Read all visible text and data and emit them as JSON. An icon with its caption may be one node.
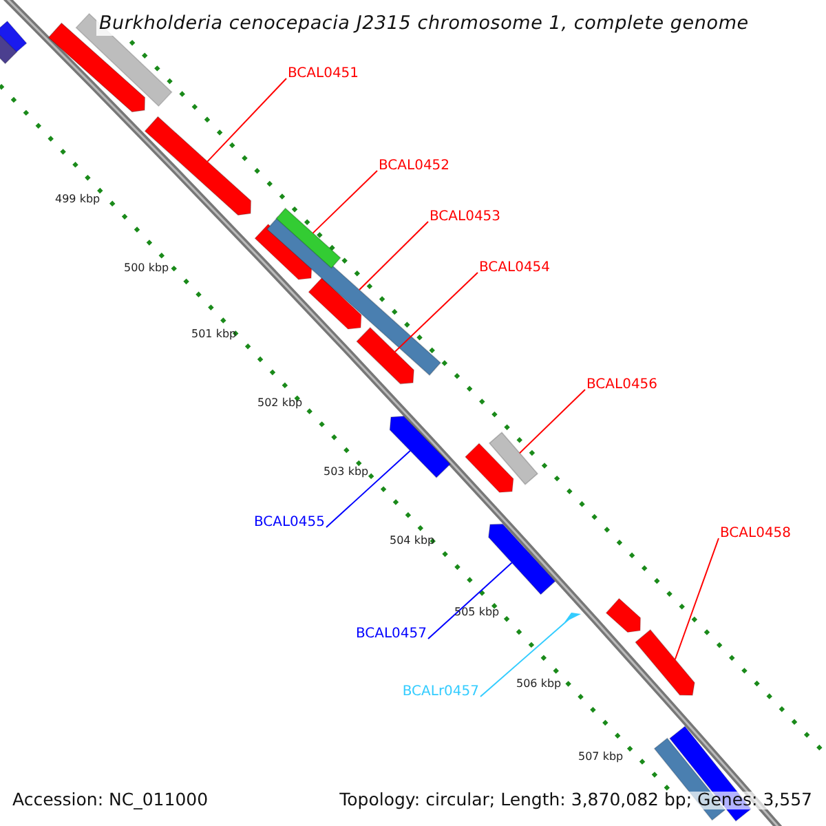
{
  "diagram": {
    "title": "Burkholderia cenocepacia J2315 chromosome 1, complete genome",
    "nodes": [
      {
        "text": [
          "BCAL0451"
        ]
      },
      {
        "text": [],
        "shape": "bar"
      },
      {
        "text": [
          "BCAL0452"
        ]
      },
      {
        "text": [],
        "shape": "bar"
      },
      {
        "text": [
          "BCAL0453"
        ]
      },
      {
        "text": [],
        "shape": "bar"
      },
      {
        "text": [
          "BCAL0454"
        ]
      },
      {
        "text": [],
        "shape": "bar"
      },
      {
        "text": [
          "BCAL0456"
        ]
      },
      {
        "text": [],
        "shape": "bar"
      },
      {
        "text": [
          "BCAL0455"
        ]
      },
      {
        "text": [],
        "shape": "bar"
      },
      {
        "text": [
          "BCAL0458"
        ]
      },
      {
        "text": [],
        "shape": "bar"
      },
      {
        "text": [
          "BCAL0457"
        ]
      },
      {
        "text": [],
        "shape": "bar"
      },
      {
        "text": [
          "BCALr0457"
        ]
      },
      {
        "text": [],
        "shape": "triangle"
      },
      {
        "text": [],
        "shape": "bar"
      }
    ],
    "edges": [
      {
        "from": 0,
        "to": 1,
        "arrow": "none"
      },
      {
        "from": 2,
        "to": 3,
        "arrow": "none"
      },
      {
        "from": 4,
        "to": 5,
        "arrow": "none"
      },
      {
        "from": 6,
        "to": 7,
        "arrow": "none"
      },
      {
        "from": 8,
        "to": 9,
        "arrow": "none"
      },
      {
        "from": 10,
        "to": 11,
        "arrow": "none",
        "color": "#0000ff"
      },
      {
        "from": 12,
        "to": 13,
        "arrow": "none"
      },
      {
        "from": 14,
        "to": 15,
        "arrow": "none",
        "color": "#0000ff"
      },
      {
        "from": 16,
        "to": 17,
        "arrow": "none",
        "color": "#33ccff"
      }
    ],
    "labels": [
      "499 kbp",
      "500 kbp",
      "501 kbp",
      "502 kbp",
      "503 kbp",
      "504 kbp",
      "505 kbp",
      "506 kbp",
      "507 kbp",
      "Accession: NC_011000",
      "Topology: circular; Length: 3,870,082 bp; Genes: 3,557"
    ]
  }
}
